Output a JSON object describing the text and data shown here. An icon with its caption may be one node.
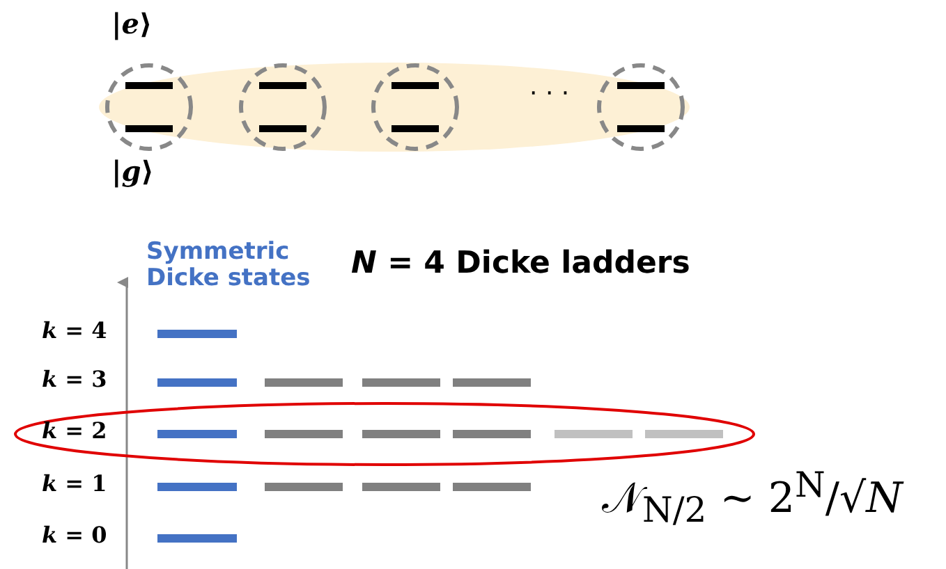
{
  "diagram": {
    "labels": [
      "|*e*⟩",
      "|*g*⟩",
      "· · ·",
      "Symmetric Dicke states",
      "*N* = 4 Dicke ladders",
      "*k* = 4",
      "*k* = 3",
      "*k* = 2",
      "*k* = 1",
      "*k* = 0",
      "𝒩$_{N/2}$ ~ 2$^{N}$/√*N*"
    ]
  }
}
